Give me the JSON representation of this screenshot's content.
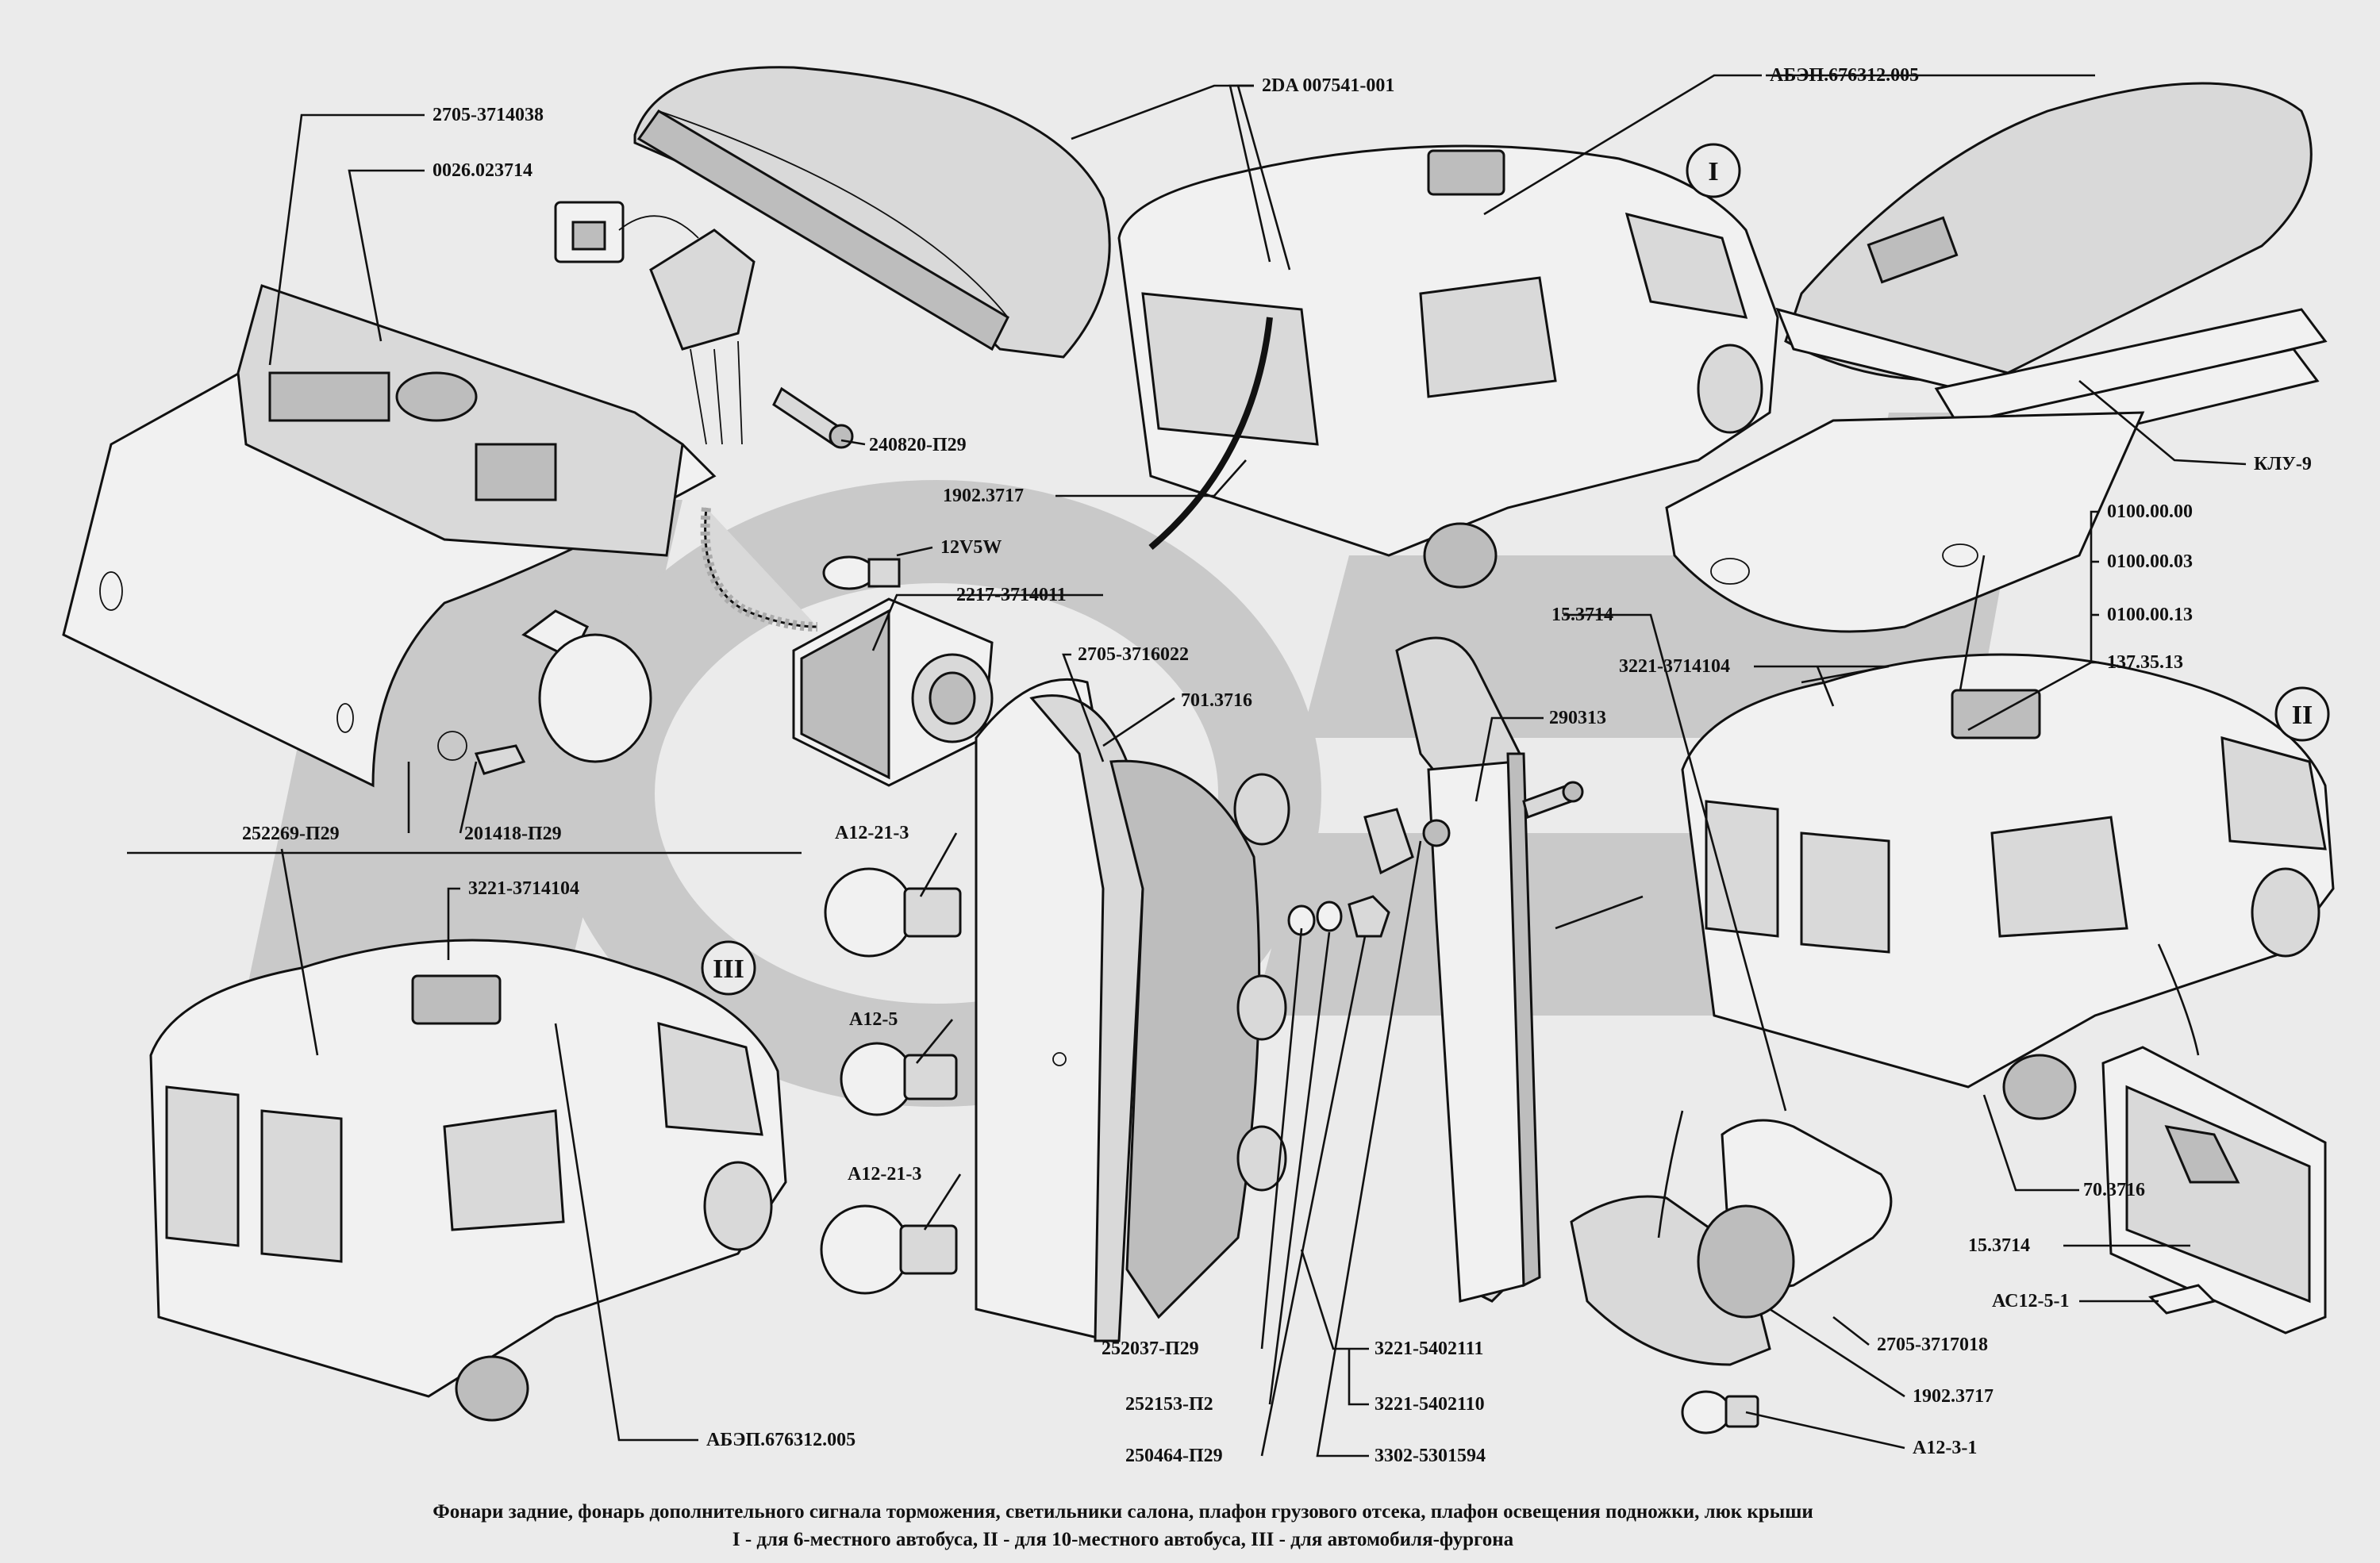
{
  "caption": {
    "line1": "Фонари задние, фонарь дополнительного сигнала  торможения, светильники салона,   плафон грузового отсека, плафон освещения  подножки, люк крыши",
    "line2": "I - для 6-местного автобуса, II - для 10-местного  автобуса, III - для автомобиля-фургона"
  },
  "views": [
    "I",
    "II",
    "III"
  ],
  "part_labels": {
    "p2705_3714038": "2705-3714038",
    "p0026_023714": "0026.023714",
    "p2DA": "2DA  007541-001",
    "pABEP_top": "АБЭП.676312.005",
    "p240820": "240820-П29",
    "p1902_top": "1902.3717",
    "p12V5W": "12V5W",
    "p2217": "2217-3714011",
    "pKLU9": "КЛУ-9",
    "p0100_00_00": "0100.00.00",
    "p0100_00_03": "0100.00.03",
    "p0100_00_13": "0100.00.13",
    "p137_35_13": "137.35.13",
    "p15_3714_mid": "15.3714",
    "p3221_3714104_mid": "3221-3714104",
    "p2705_3716022": "2705-3716022",
    "p701_3716": "701.3716",
    "p290313": "290313",
    "p252269": "252269-П29",
    "p201418": "201418-П29",
    "pA12_21_3_a": "А12-21-3",
    "p3221_3714104_low": "3221-3714104",
    "pA12_5": "А12-5",
    "pA12_21_3_b": "А12-21-3",
    "p70_3716": "70.3716",
    "p15_3714_low": "15.3714",
    "pAC12_5_1": "АС12-5-1",
    "p2705_3717018": "2705-3717018",
    "p1902_low": "1902.3717",
    "pA12_3_1": "А12-3-1",
    "p252037": "252037-П29",
    "p252153": "252153-П2",
    "p250464": "250464-П29",
    "p3221_5402111": "3221-5402111",
    "p3221_5402110": "3221-5402110",
    "p3302_5301594": "3302-5301594",
    "pABEP_bottom": "АБЭП.676312.005"
  }
}
